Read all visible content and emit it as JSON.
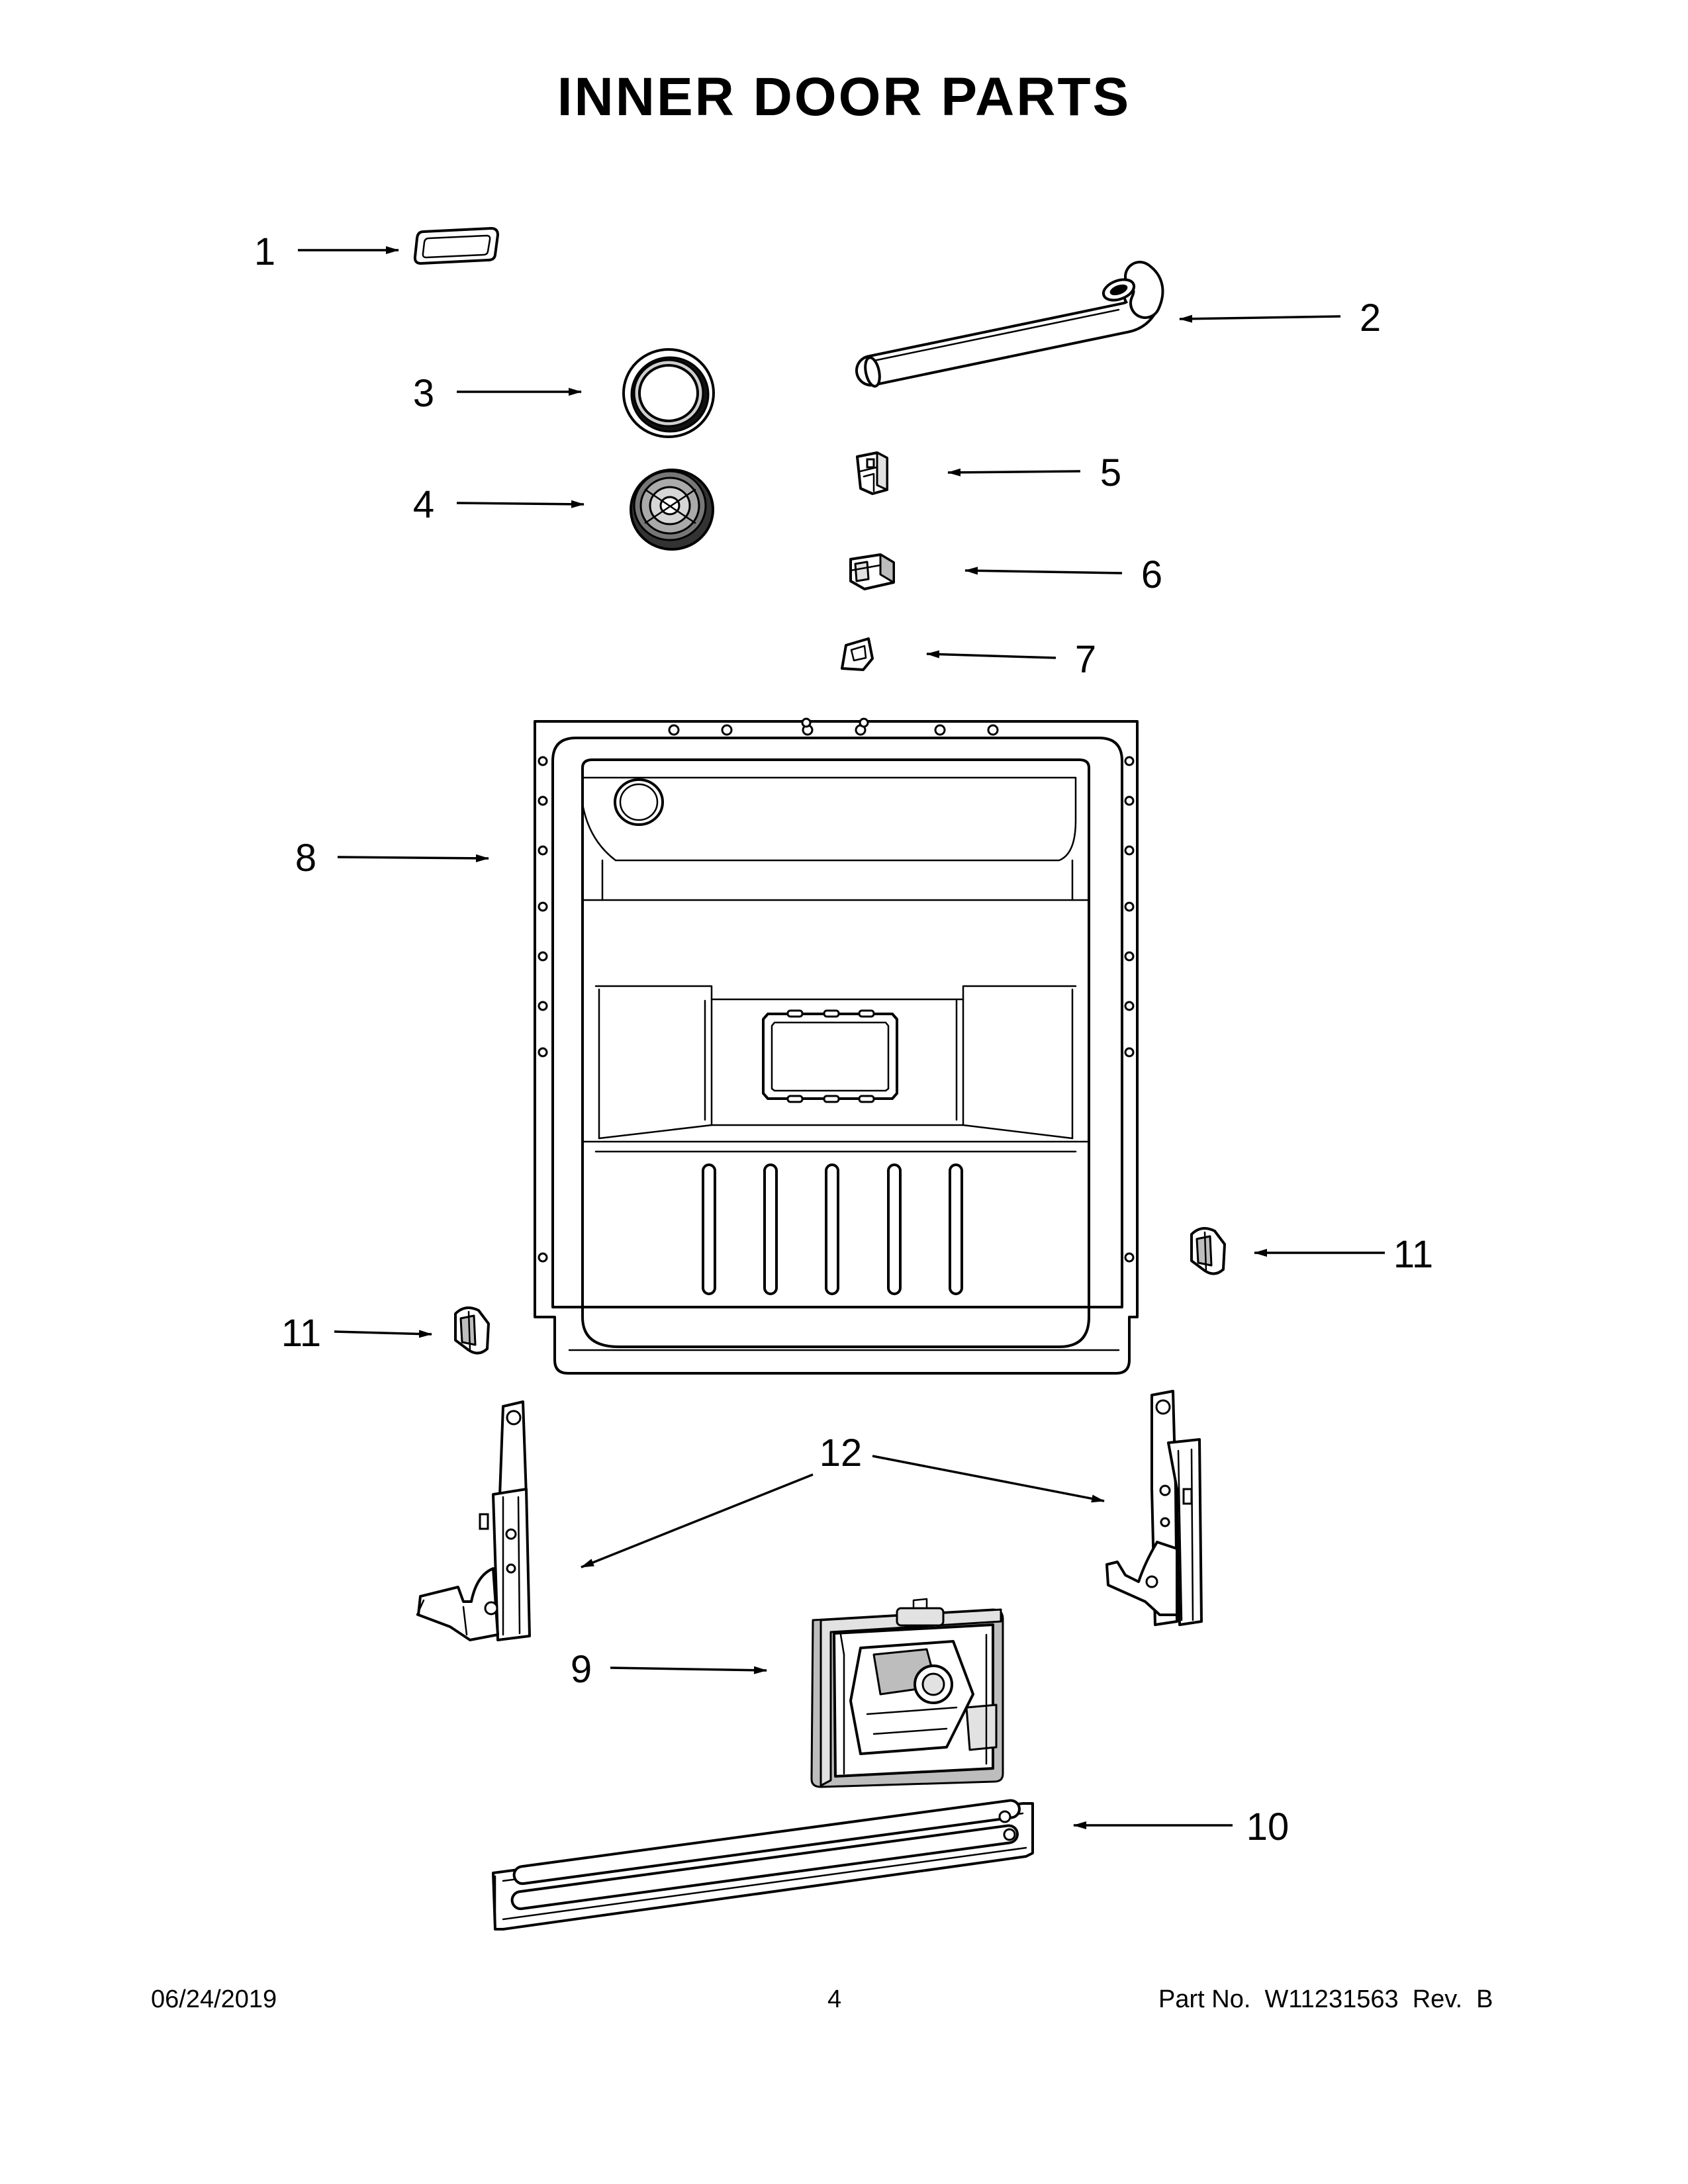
{
  "page": {
    "title": "INNER DOOR PARTS",
    "footer": {
      "date": "06/24/2019",
      "page_number": "4",
      "part_number": "Part No.  W11231563  Rev.  B"
    }
  },
  "callouts": [
    {
      "id": "c1",
      "label": "1"
    },
    {
      "id": "c2",
      "label": "2"
    },
    {
      "id": "c3",
      "label": "3"
    },
    {
      "id": "c4",
      "label": "4"
    },
    {
      "id": "c5",
      "label": "5"
    },
    {
      "id": "c6",
      "label": "6"
    },
    {
      "id": "c7",
      "label": "7"
    },
    {
      "id": "c8",
      "label": "8"
    },
    {
      "id": "c9",
      "label": "9"
    },
    {
      "id": "c10",
      "label": "10"
    },
    {
      "id": "c11a",
      "label": "11"
    },
    {
      "id": "c11b",
      "label": "11"
    },
    {
      "id": "c12",
      "label": "12"
    }
  ]
}
